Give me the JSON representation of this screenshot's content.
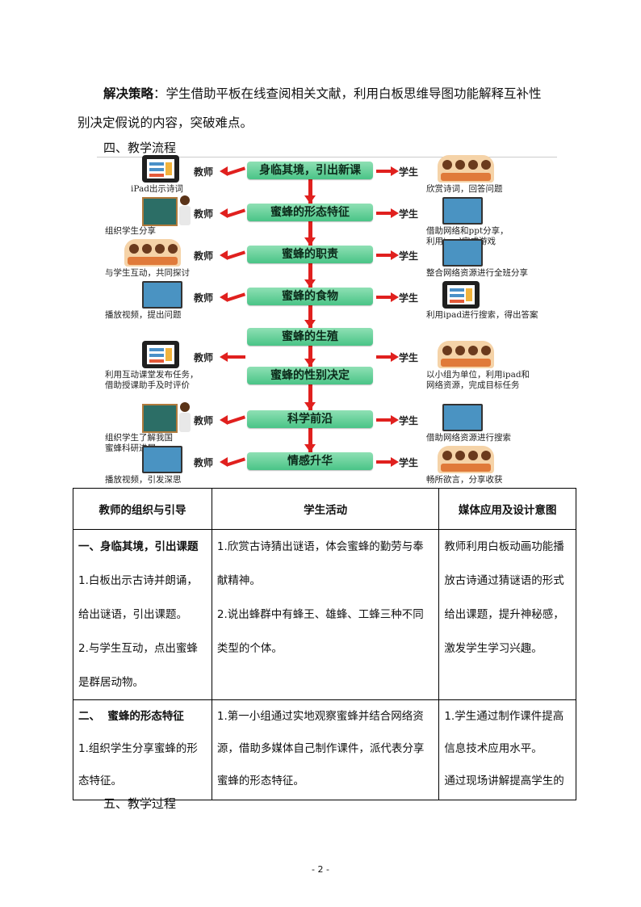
{
  "intro": {
    "label": "解决策略",
    "text_line1": "：学生借助平板在线查阅相关文献，利用白板思维导图功能解释互补性",
    "text_line2": "别决定假说的内容，突破难点。"
  },
  "section4": "四、教学流程",
  "section5": "五、教学过程",
  "flow": {
    "steps": [
      "身临其境，引出新课",
      "蜜蜂的形态特征",
      "蜜蜂的职责",
      "蜜蜂的食物",
      "蜜蜂的生殖",
      "蜜蜂的性别决定",
      "科学前沿",
      "情感升华"
    ],
    "teacher_label": "教师",
    "student_label": "学生",
    "teacher_captions": [
      [
        "iPad出示诗词"
      ],
      [
        "组织学生分享"
      ],
      [
        "与学生互动，共同探讨"
      ],
      [
        "播放视频，提出问题"
      ],
      [
        "利用互动课堂发布任务，",
        "借助授课助手及时评价"
      ],
      [
        "组织学生了解我国",
        "蜜蜂科研进展"
      ],
      [
        "播放视频，引发深思"
      ]
    ],
    "student_captions": [
      [
        "欣赏诗词，回答问题"
      ],
      [
        "借助网络和ppt分享，",
        "利用ipad完成游戏"
      ],
      [
        "整合网络资源进行全班分享"
      ],
      [
        "利用ipad进行搜索，得出答案"
      ],
      [
        "以小组为单位，利用ipad和",
        "网络资源，完成目标任务"
      ],
      [
        "借助网络资源进行搜索"
      ],
      [
        "畅所欲言，分享收获"
      ]
    ]
  },
  "table": {
    "headers": [
      "教师的组织与引导",
      "学生活动",
      "媒体应用及设计意图"
    ],
    "rows": [
      {
        "col1": [
          "一、身临其境，引出课题",
          "1.白板出示古诗并朗诵，",
          "给出谜语，引出课题。",
          "2.与学生互动，点出蜜蜂",
          "是群居动物。"
        ],
        "col2": [
          "1.欣赏古诗猜出谜语，体会蜜蜂的勤劳与奉",
          "献精神。",
          "2.说出蜂群中有蜂王、雄蜂、工蜂三种不同",
          "类型的个体。"
        ],
        "col3": [
          "教师利用白板动画功能播",
          "放古诗通过猜谜语的形式",
          "给出课题，提升神秘感，",
          "激发学生学习兴趣。"
        ]
      },
      {
        "col1": [
          "二、  蜜蜂的形态特征",
          "1.组织学生分享蜜蜂的形",
          "态特征。"
        ],
        "col2": [
          "1.第一小组通过实地观察蜜蜂并结合网络资",
          "源，借助多媒体自己制作课件，派代表分享",
          "蜜蜂的形态特征。"
        ],
        "col3": [
          "1.学生通过制作课件提高",
          "信息技术应用水平。",
          "通过现场讲解提高学生的"
        ]
      }
    ]
  },
  "page_number": "- 2 -"
}
